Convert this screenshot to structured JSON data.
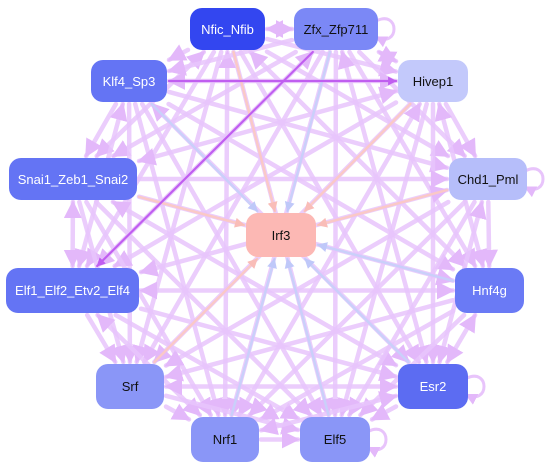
{
  "nodes": [
    {
      "id": "nfic",
      "label": "Nfic_Nfib",
      "color": "#3346f0",
      "text": "#ffffff"
    },
    {
      "id": "zfx",
      "label": "Zfx_Zfp711",
      "color": "#7b88f6",
      "text": "#111111"
    },
    {
      "id": "klf4",
      "label": "Klf4_Sp3",
      "color": "#6474f4",
      "text": "#ffffff"
    },
    {
      "id": "hivep1",
      "label": "Hivep1",
      "color": "#c3c9fb",
      "text": "#111111"
    },
    {
      "id": "snai1",
      "label": "Snai1_Zeb1_Snai2",
      "color": "#6474f4",
      "text": "#ffffff"
    },
    {
      "id": "chd1",
      "label": "Chd1_Pml",
      "color": "#b6befa",
      "text": "#111111"
    },
    {
      "id": "irf3",
      "label": "Irf3",
      "color": "#fcb8b4",
      "text": "#111111"
    },
    {
      "id": "elf1",
      "label": "Elf1_Elf2_Etv2_Elf4",
      "color": "#6474f4",
      "text": "#ffffff"
    },
    {
      "id": "hnf4g",
      "label": "Hnf4g",
      "color": "#6a7af5",
      "text": "#ffffff"
    },
    {
      "id": "srf",
      "label": "Srf",
      "color": "#8a96f7",
      "text": "#111111"
    },
    {
      "id": "esr2",
      "label": "Esr2",
      "color": "#5c6cf2",
      "text": "#ffffff"
    },
    {
      "id": "nrf1",
      "label": "Nrf1",
      "color": "#8a96f7",
      "text": "#111111"
    },
    {
      "id": "elf5",
      "label": "Elf5",
      "color": "#8a96f7",
      "text": "#111111"
    }
  ],
  "colors": {
    "edge_default": "#e8c4fb",
    "edge_strong": "#c05ef0",
    "edge_blue": "#c8d0fa",
    "edge_pink": "#fbc8c4"
  }
}
